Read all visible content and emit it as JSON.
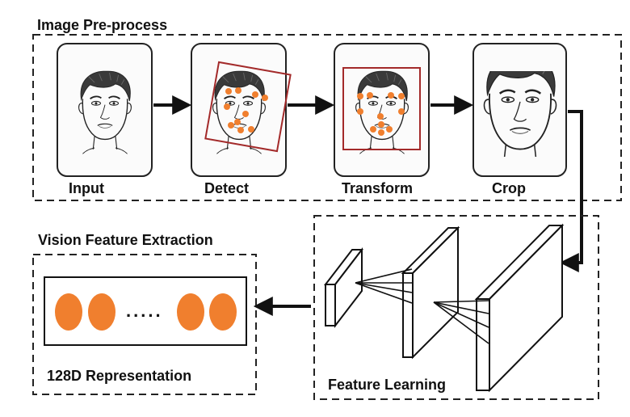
{
  "sections": {
    "preprocess_title": "Image Pre-process",
    "vision_title": "Vision Feature Extraction",
    "feature_learning_label": "Feature Learning",
    "representation_label": "128D Representation"
  },
  "steps": [
    {
      "label": "Input"
    },
    {
      "label": "Detect"
    },
    {
      "label": "Transform"
    },
    {
      "label": "Crop"
    }
  ],
  "dots_text": ".....",
  "colors": {
    "landmark": "#F07F2E",
    "box": "#A32A2A",
    "stroke": "#1a1a1a",
    "panel_face": "#f4f4f4"
  },
  "icons": [
    "face-sketch-icon",
    "detection-box-icon",
    "landmark-dot-icon",
    "arrow-icon",
    "cnn-layer-icon"
  ]
}
